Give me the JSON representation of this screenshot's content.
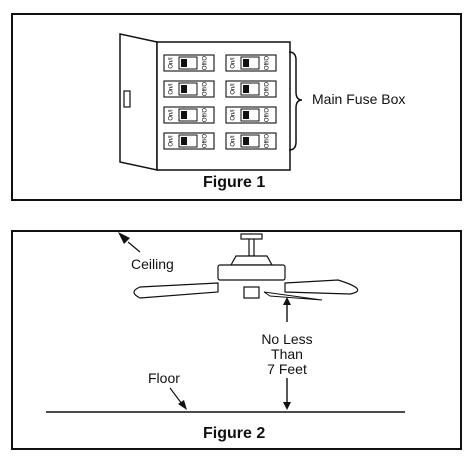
{
  "figure1": {
    "caption": "Figure 1",
    "label": "Main Fuse Box",
    "breaker_on": "On/I",
    "breaker_off": "Off/O"
  },
  "figure2": {
    "caption": "Figure 2",
    "ceiling_label": "Ceiling",
    "floor_label": "Floor",
    "clearance_lines": [
      "No Less",
      "Than",
      "7 Feet"
    ]
  }
}
